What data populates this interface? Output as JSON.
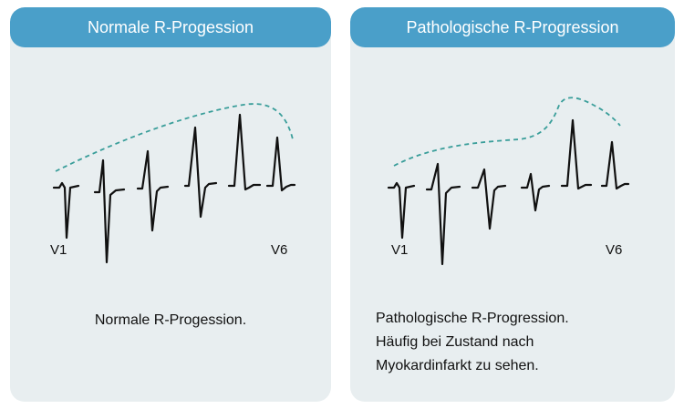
{
  "panels": [
    {
      "title": "Normale R-Progession",
      "lead_start": "V1",
      "lead_end": "V6",
      "caption": [
        "Normale R-Progession."
      ],
      "trend_color": "#3a9e9a"
    },
    {
      "title": "Pathologische R-Progression",
      "lead_start": "V1",
      "lead_end": "V6",
      "caption": [
        "Pathologische R-Progression.",
        "Häufig bei Zustand nach",
        "Myokardinfarkt zu sehen."
      ],
      "trend_color": "#3a9e9a"
    }
  ],
  "colors": {
    "header": "#4a9fc9",
    "panel": "#e8eef0",
    "trace": "#111111",
    "trend": "#3a9e9a"
  }
}
